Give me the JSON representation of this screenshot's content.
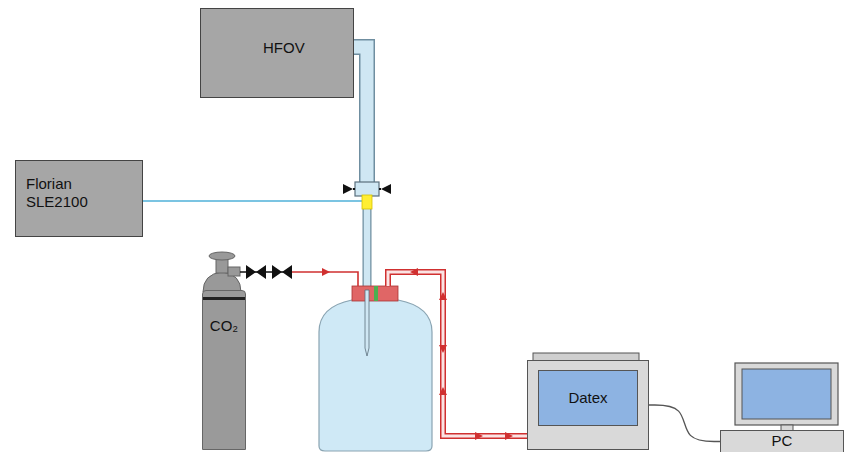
{
  "diagram": {
    "nodes": [
      {
        "text": [
          "HFOV"
        ]
      },
      {
        "text": [
          "Florian SLE2100"
        ]
      },
      {
        "text": [
          "CO₂"
        ]
      },
      {
        "text": [
          "Datex"
        ]
      },
      {
        "text": [
          "PC"
        ]
      }
    ],
    "edges": [
      {
        "from": 3,
        "to": 4,
        "arrow": "none"
      }
    ]
  }
}
